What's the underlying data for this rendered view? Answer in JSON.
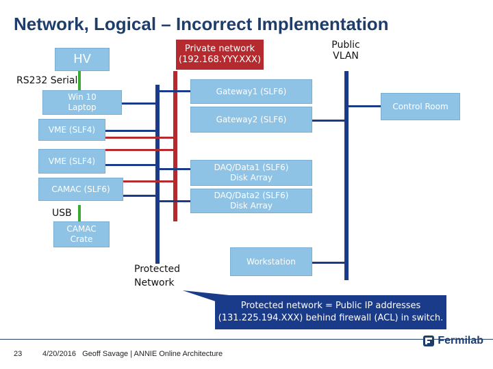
{
  "title": "Network, Logical – Incorrect Implementation",
  "nodes": {
    "hv": "HV",
    "private_network": "Private network\n(192.168.YYY.XXX)",
    "public_vlan": "Public\nVLAN",
    "rs232": "RS232 Serial",
    "win10": "Win 10\nLaptop",
    "gateway1": "Gateway1 (SLF6)",
    "gateway2": "Gateway2 (SLF6)",
    "control_room": "Control Room",
    "vme1": "VME (SLF4)",
    "vme2": "VME (SLF4)",
    "daq1": "DAQ/Data1 (SLF6)\nDisk Array",
    "daq2": "DAQ/Data2 (SLF6)\nDisk Array",
    "camac_slf6": "CAMAC (SLF6)",
    "usb": "USB",
    "camac_crate": "CAMAC\nCrate",
    "protected": "Protected\nNetwork",
    "workstation": "Workstation"
  },
  "callout": "Protected network = Public IP addresses\n(131.225.194.XXX) behind firewall (ACL) in switch.",
  "footer": {
    "page": "23",
    "text": "4/20/2016   Geoff Savage | ANNIE Online Architecture",
    "logo": "Fermilab"
  },
  "colors": {
    "blue_line": "#1a3a8a",
    "red_line": "#b52a2e",
    "green_line": "#3aaa35",
    "box_fill": "#8fc3e6"
  }
}
